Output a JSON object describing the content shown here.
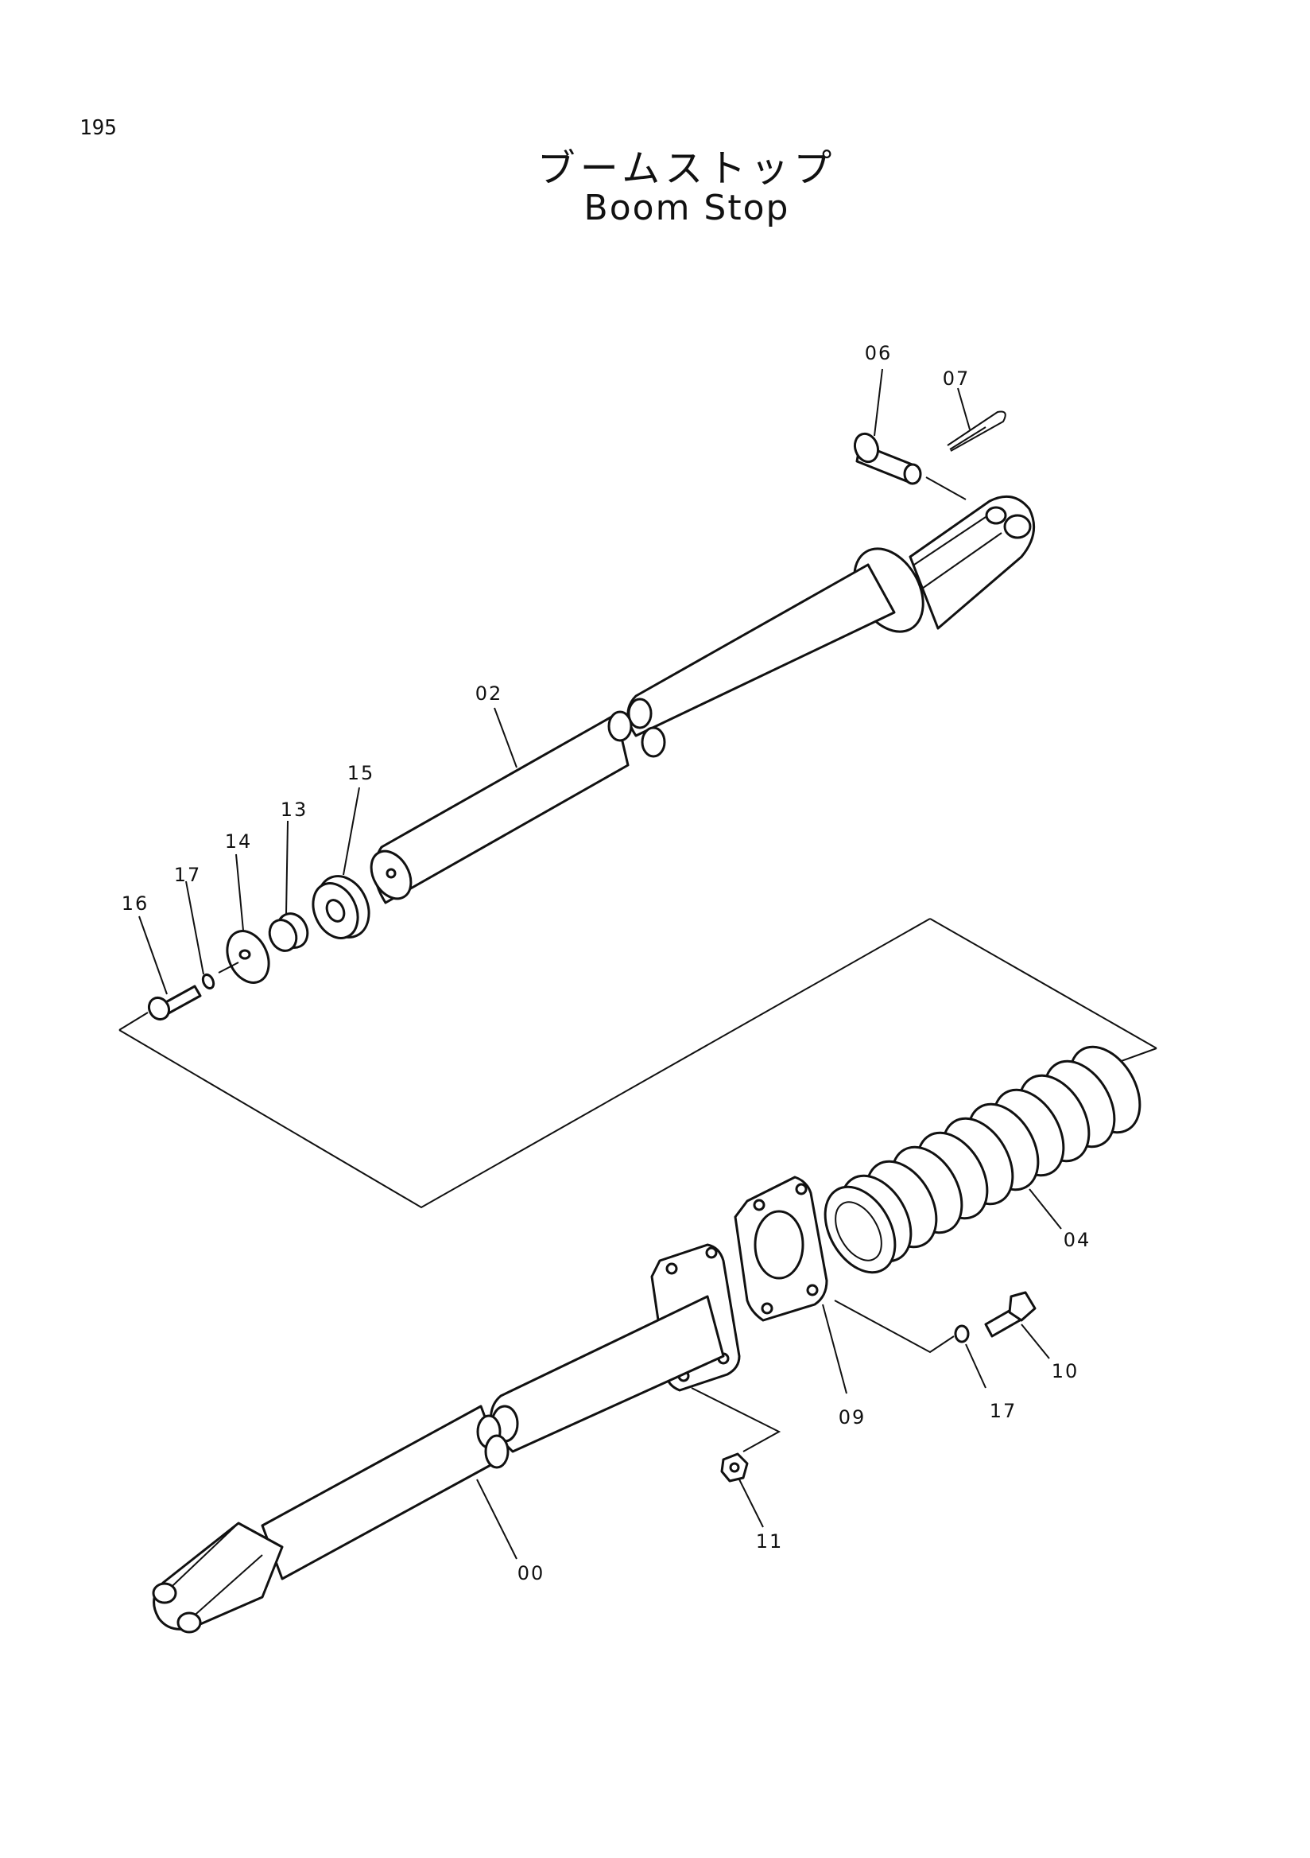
{
  "page": {
    "number": "195"
  },
  "title": {
    "japanese": "ブームストップ",
    "english": "Boom Stop"
  },
  "callouts": [
    {
      "id": "06",
      "label": "06"
    },
    {
      "id": "07",
      "label": "07"
    },
    {
      "id": "02",
      "label": "02"
    },
    {
      "id": "15",
      "label": "15"
    },
    {
      "id": "13",
      "label": "13"
    },
    {
      "id": "14",
      "label": "14"
    },
    {
      "id": "17a",
      "label": "17"
    },
    {
      "id": "16",
      "label": "16"
    },
    {
      "id": "04",
      "label": "04"
    },
    {
      "id": "10",
      "label": "10"
    },
    {
      "id": "17b",
      "label": "17"
    },
    {
      "id": "09",
      "label": "09"
    },
    {
      "id": "11",
      "label": "11"
    },
    {
      "id": "00",
      "label": "00"
    }
  ]
}
